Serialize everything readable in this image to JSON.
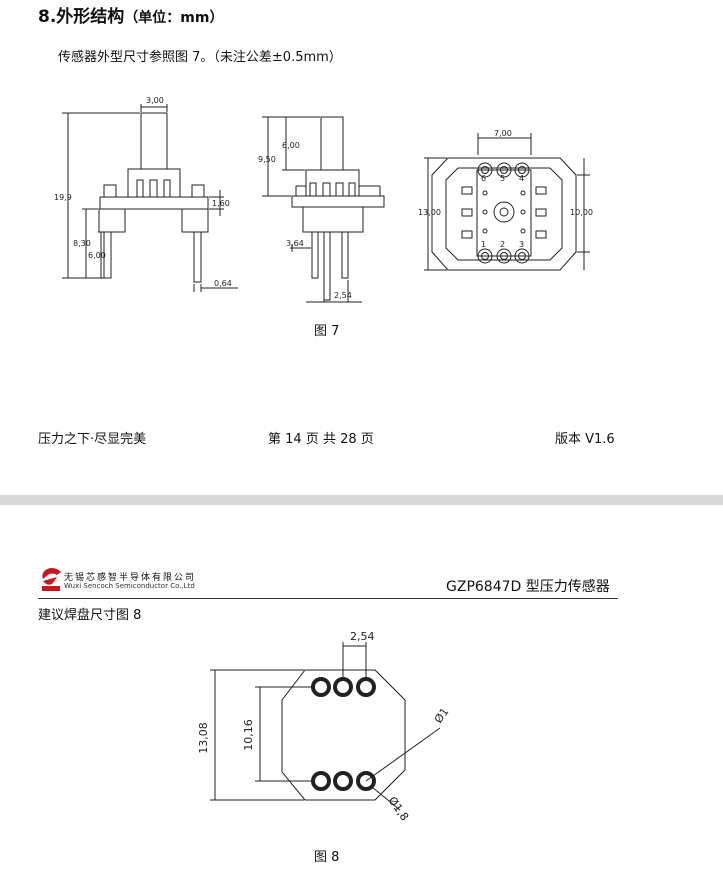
{
  "section": {
    "title": "8.外形结构",
    "unit": "（单位：mm）",
    "intro": "传感器外型尺寸参照图 7。（未注公差±0.5mm）"
  },
  "figure7": {
    "caption": "图 7",
    "side": {
      "w_top": "3,00",
      "h_total": "19,9",
      "h_flange": "1,60",
      "h_830": "8,30",
      "h_600": "6,00",
      "pin_w": "0,64"
    },
    "front": {
      "h_950": "9,50",
      "h_600": "6,00",
      "offset": "3,64",
      "pitch": "2,54"
    },
    "top": {
      "w": "7,00",
      "h": "13,00",
      "h2": "10,00",
      "pins": [
        "6",
        "5",
        "4",
        "1",
        "2",
        "3"
      ]
    }
  },
  "footer": {
    "slogan": "压力之下·尽显完美",
    "page": "第 14 页 共 28 页",
    "version": "版本 V1.6"
  },
  "header2": {
    "company_cn": "无锡芯感智半导体有限公司",
    "company_en": "Wuxi Sencoch Semiconductor Co.,Ltd",
    "product": "GZP6847D 型压力传感器"
  },
  "figure8": {
    "title": "建议焊盘尺寸图 8",
    "pitch": "2,54",
    "outer_h": "13,08",
    "inner_h": "10,16",
    "hole_d": "Ø1",
    "pad_d": "Ø1,8",
    "caption": "图 8"
  },
  "colors": {
    "line": "#222222",
    "gap": "#d9d9d9",
    "logo_red": "#c8161d"
  }
}
